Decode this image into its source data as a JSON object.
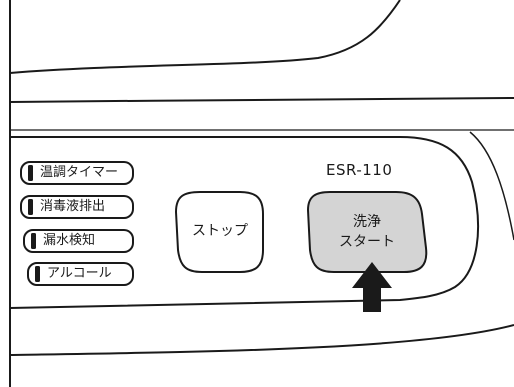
{
  "panel": {
    "model": "ESR-110",
    "indicators": [
      {
        "label": "温調タイマー"
      },
      {
        "label": "消毒液排出"
      },
      {
        "label": "漏水検知"
      },
      {
        "label": "アルコール"
      }
    ],
    "buttons": {
      "stop": {
        "label": "ストップ"
      },
      "start": {
        "line1": "洗浄",
        "line2": "スタート"
      }
    },
    "colors": {
      "outline": "#1a1a1a",
      "start_fill": "#d4d4d4",
      "background": "#ffffff"
    },
    "arrow_icon": "up-arrow-icon"
  }
}
